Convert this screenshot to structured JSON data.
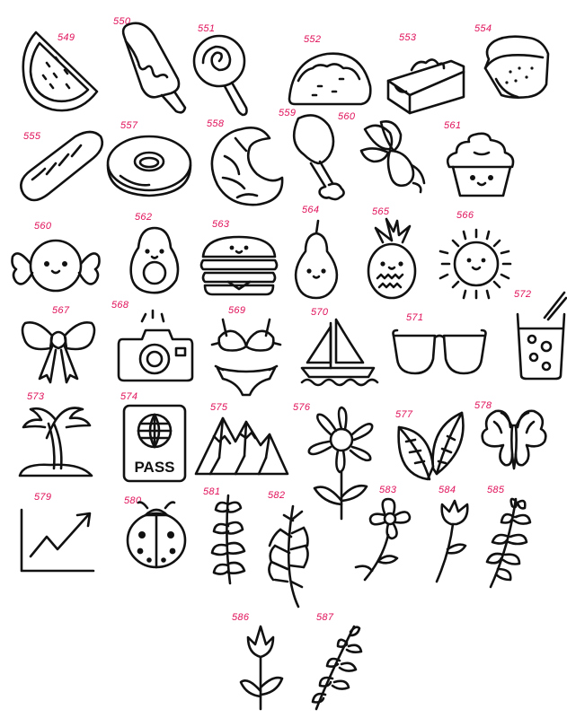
{
  "colors": {
    "ink": "#111111",
    "label": "#e0105a",
    "paper": "#ffffff"
  },
  "passport_text": "PASS",
  "doodles": [
    {
      "label": "549",
      "icon": "watermelon-icon"
    },
    {
      "label": "550",
      "icon": "popsicle-icon"
    },
    {
      "label": "551",
      "icon": "lollipop-icon"
    },
    {
      "label": "552",
      "icon": "taco-icon"
    },
    {
      "label": "553",
      "icon": "pie-slice-icon"
    },
    {
      "label": "554",
      "icon": "eraser-sushi-icon"
    },
    {
      "label": "555",
      "icon": "baguette-icon"
    },
    {
      "label": "557",
      "icon": "donut-icon"
    },
    {
      "label": "558",
      "icon": "croissant-icon"
    },
    {
      "label": "559",
      "icon": "chicken-leg-icon"
    },
    {
      "label": "560",
      "icon": "radish-icon"
    },
    {
      "label": "561",
      "icon": "cupcake-icon"
    },
    {
      "label": "560",
      "icon": "candy-icon"
    },
    {
      "label": "562",
      "icon": "avocado-icon"
    },
    {
      "label": "563",
      "icon": "burger-icon"
    },
    {
      "label": "564",
      "icon": "pear-icon"
    },
    {
      "label": "565",
      "icon": "pineapple-icon"
    },
    {
      "label": "566",
      "icon": "sun-icon"
    },
    {
      "label": "567",
      "icon": "bow-icon"
    },
    {
      "label": "568",
      "icon": "camera-icon"
    },
    {
      "label": "569",
      "icon": "bikini-icon"
    },
    {
      "label": "570",
      "icon": "sailboat-icon"
    },
    {
      "label": "571",
      "icon": "sunglasses-icon"
    },
    {
      "label": "572",
      "icon": "drink-glass-icon"
    },
    {
      "label": "573",
      "icon": "palm-island-icon"
    },
    {
      "label": "574",
      "icon": "passport-icon"
    },
    {
      "label": "575",
      "icon": "mountains-icon"
    },
    {
      "label": "576",
      "icon": "daisy-flower-icon"
    },
    {
      "label": "577",
      "icon": "leaves-icon"
    },
    {
      "label": "578",
      "icon": "butterfly-icon"
    },
    {
      "label": "579",
      "icon": "growth-chart-icon"
    },
    {
      "label": "580",
      "icon": "ladybug-icon"
    },
    {
      "label": "581",
      "icon": "leafy-branch-icon"
    },
    {
      "label": "582",
      "icon": "fern-branch-icon"
    },
    {
      "label": "583",
      "icon": "five-petal-flower-icon"
    },
    {
      "label": "584",
      "icon": "tulip-bud-icon"
    },
    {
      "label": "585",
      "icon": "leafy-sprig-icon"
    },
    {
      "label": "586",
      "icon": "tulip-stem-icon"
    },
    {
      "label": "587",
      "icon": "olive-branch-icon"
    }
  ]
}
